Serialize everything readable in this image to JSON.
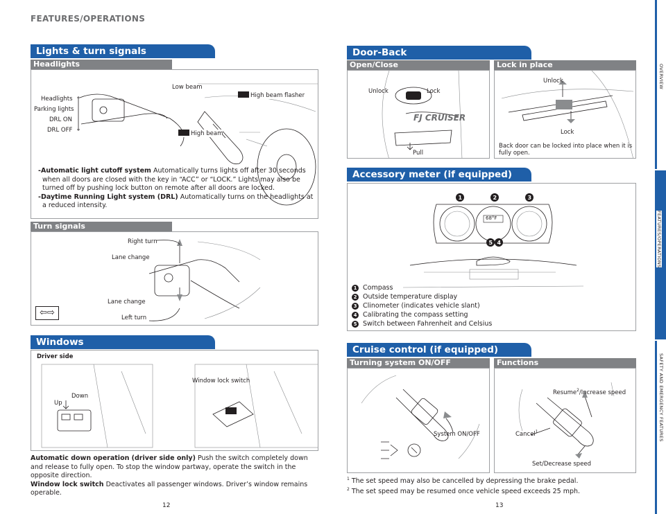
{
  "page_title": "FEATURES/OPERATIONS",
  "left": {
    "lights": {
      "title": "Lights & turn signals",
      "headlights": {
        "tab": "Headlights",
        "labels": [
          "Headlights",
          "Parking lights",
          "DRL ON",
          "DRL OFF"
        ],
        "low_beam": "Low beam",
        "high_beam_flasher": "High beam flasher",
        "high_beam": "High beam",
        "desc": [
          {
            "bold": "-Automatic light cutoff system",
            "text": " Automatically turns lights off after 30 seconds when all doors are closed with the key in “ACC” or “LOCK.” Lights may also be turned off by pushing lock button on remote after all doors are locked."
          },
          {
            "bold": "-Daytime Running Light system (DRL)",
            "text": " Automatically turns on the headlights at a reduced intensity."
          }
        ]
      },
      "turn": {
        "tab": "Turn signals",
        "right_turn": "Right turn",
        "lane_change_top": "Lane change",
        "lane_change_bottom": "Lane change",
        "left_turn": "Left turn"
      }
    },
    "windows": {
      "title": "Windows",
      "driver_side": "Driver side",
      "down": "Down",
      "up": "Up",
      "window_lock_switch": "Window lock switch",
      "desc": [
        {
          "bold": "Automatic down operation (driver side only)",
          "text": " Push the switch completely down and release to fully open. To stop the window partway, operate the switch in the opposite direction."
        },
        {
          "bold": "Window lock switch",
          "text": " Deactivates all passenger windows. Driver’s window remains operable."
        }
      ]
    },
    "page_number": "12"
  },
  "right": {
    "door": {
      "title": "Door-Back",
      "open_close_tab": "Open/Close",
      "unlock": "Unlock",
      "lock": "Lock",
      "pull": "Pull",
      "lock_in_place_tab": "Lock in place",
      "lip_unlock": "Unlock",
      "lip_lock": "Lock",
      "lip_desc": "Back door can be locked into place when it is fully open."
    },
    "meter": {
      "title": "Accessory meter (if equipped)",
      "items": [
        {
          "num": "1",
          "text": "Compass"
        },
        {
          "num": "2",
          "text": "Outside temperature display"
        },
        {
          "num": "3",
          "text": "Clinometer (indicates vehicle slant)"
        },
        {
          "num": "4",
          "text": "Calibrating the compass setting"
        },
        {
          "num": "5",
          "text": "Switch between Fahrenheit and Celsius"
        }
      ],
      "gauge_reading": "68°F"
    },
    "cruise": {
      "title": "Cruise control (if equipped)",
      "turning_tab": "Turning system ON/OFF",
      "functions_tab": "Functions",
      "system_onoff": "System ON/OFF",
      "resume": "Resume",
      "resume_sup": "2",
      "resume_rest": "/Increase speed",
      "cancel": "Cancel",
      "cancel_sup": "1",
      "set_decrease": "Set/Decrease speed",
      "footnote1_sup": "1",
      "footnote1": " The set speed may also be cancelled by depressing the brake pedal.",
      "footnote2_sup": "2",
      "footnote2": " The set speed may be resumed once vehicle speed exceeds 25 mph."
    },
    "page_number": "13"
  },
  "rail": {
    "overview": "OVERVIEW",
    "features": "FEATURES/OPERATIONS",
    "safety": "SAFETY AND EMERGENCY FEATURES"
  },
  "colors": {
    "section_blue": "#1f5fa8",
    "sub_gray": "#808285",
    "rail_blue": "#1f5fa8",
    "line": "#231f20"
  }
}
